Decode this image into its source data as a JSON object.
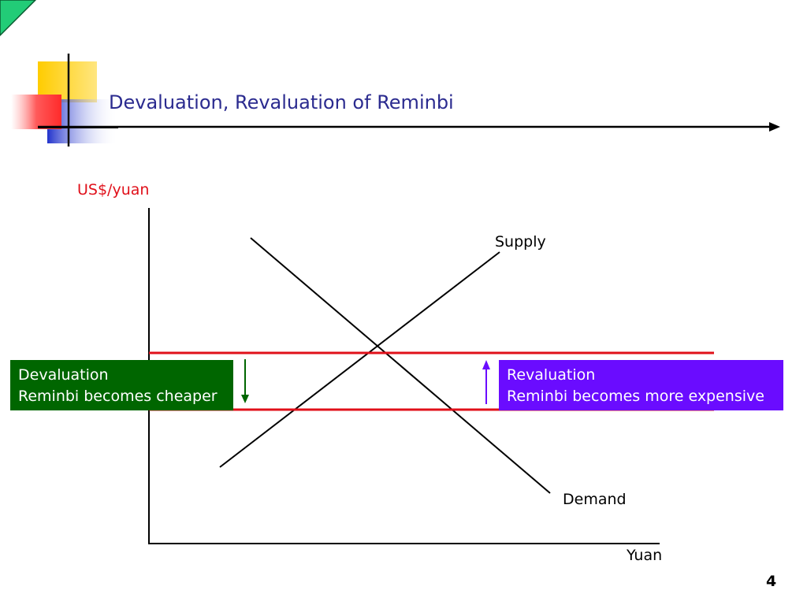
{
  "slide": {
    "title": "Devaluation, Revaluation of Reminbi",
    "page_number": "4"
  },
  "diagram": {
    "y_axis_label": "US$/yuan",
    "x_axis_label": "Yuan",
    "supply_label": "Supply",
    "demand_label": "Demand",
    "devaluation": {
      "heading": "Devaluation",
      "description": "Reminbi becomes cheaper",
      "color": "#006600"
    },
    "revaluation": {
      "heading": "Revaluation",
      "description": "Reminbi becomes more expensive",
      "color": "#6a0cff"
    },
    "rate_line_color": "#e0101a"
  }
}
